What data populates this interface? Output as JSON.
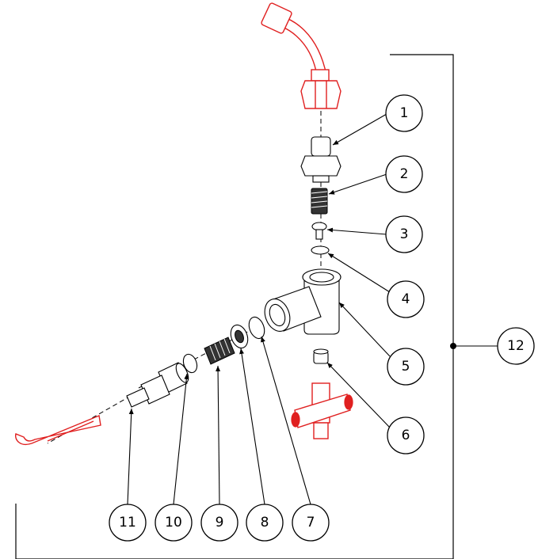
{
  "balloons": {
    "b1": "1",
    "b2": "2",
    "b3": "3",
    "b4": "4",
    "b5": "5",
    "b6": "6",
    "b7": "7",
    "b8": "8",
    "b9": "9",
    "b10": "10",
    "b11": "11",
    "b12": "12"
  },
  "colors": {
    "reference_parts": "#e02020",
    "lines": "#000000"
  }
}
